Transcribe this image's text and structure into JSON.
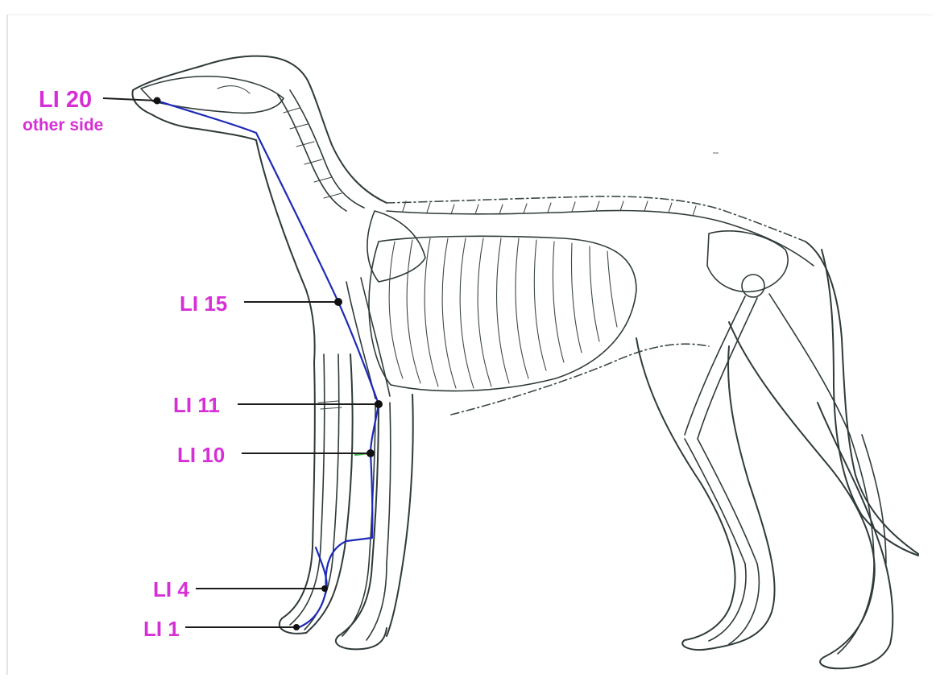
{
  "diagram": {
    "colors": {
      "label": "#d62fd6",
      "meridian": "#1d2ab8",
      "outline": "#2f3a3a",
      "leader": "#1c1c1c",
      "accent_green": "#3cb04a"
    },
    "points": [
      {
        "id": "li20",
        "label": "LI 20",
        "sublabel": "other side"
      },
      {
        "id": "li15",
        "label": "LI 15"
      },
      {
        "id": "li11",
        "label": "LI 11"
      },
      {
        "id": "li10",
        "label": "LI 10"
      },
      {
        "id": "li4",
        "label": "LI 4"
      },
      {
        "id": "li1",
        "label": "LI 1"
      }
    ]
  }
}
